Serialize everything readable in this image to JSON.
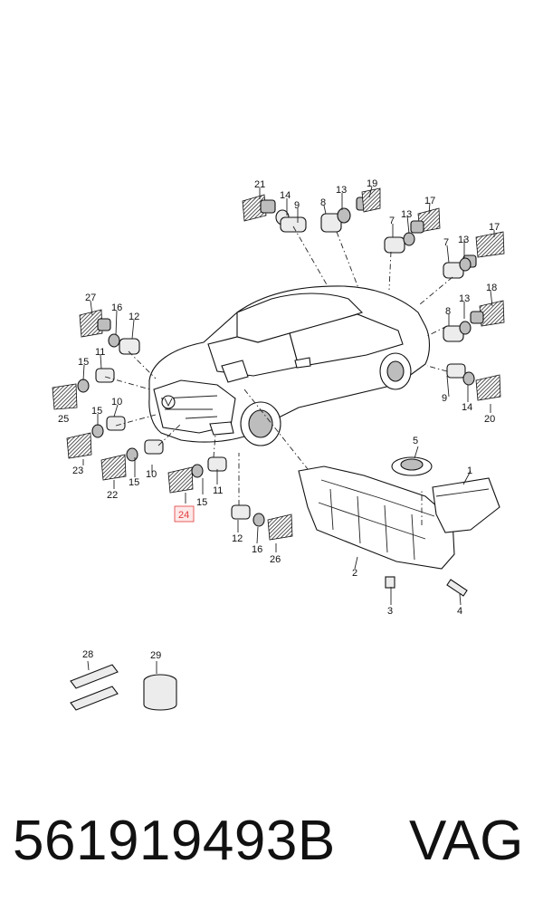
{
  "footer": {
    "part_number": "561919493B",
    "brand": "VAG"
  },
  "callouts": [
    "21",
    "14",
    "9",
    "8",
    "13",
    "19",
    "17",
    "7",
    "13",
    "17",
    "7",
    "13",
    "27",
    "16",
    "12",
    "18",
    "8",
    "13",
    "11",
    "15",
    "9",
    "14",
    "20",
    "25",
    "10",
    "15",
    "5",
    "1",
    "23",
    "22",
    "15",
    "10",
    "24",
    "15",
    "11",
    "12",
    "16",
    "26",
    "2",
    "3",
    "4",
    "28",
    "29"
  ],
  "highlight_callout": "24",
  "colors": {
    "highlight": "#e23a3a",
    "ink": "#111111"
  }
}
